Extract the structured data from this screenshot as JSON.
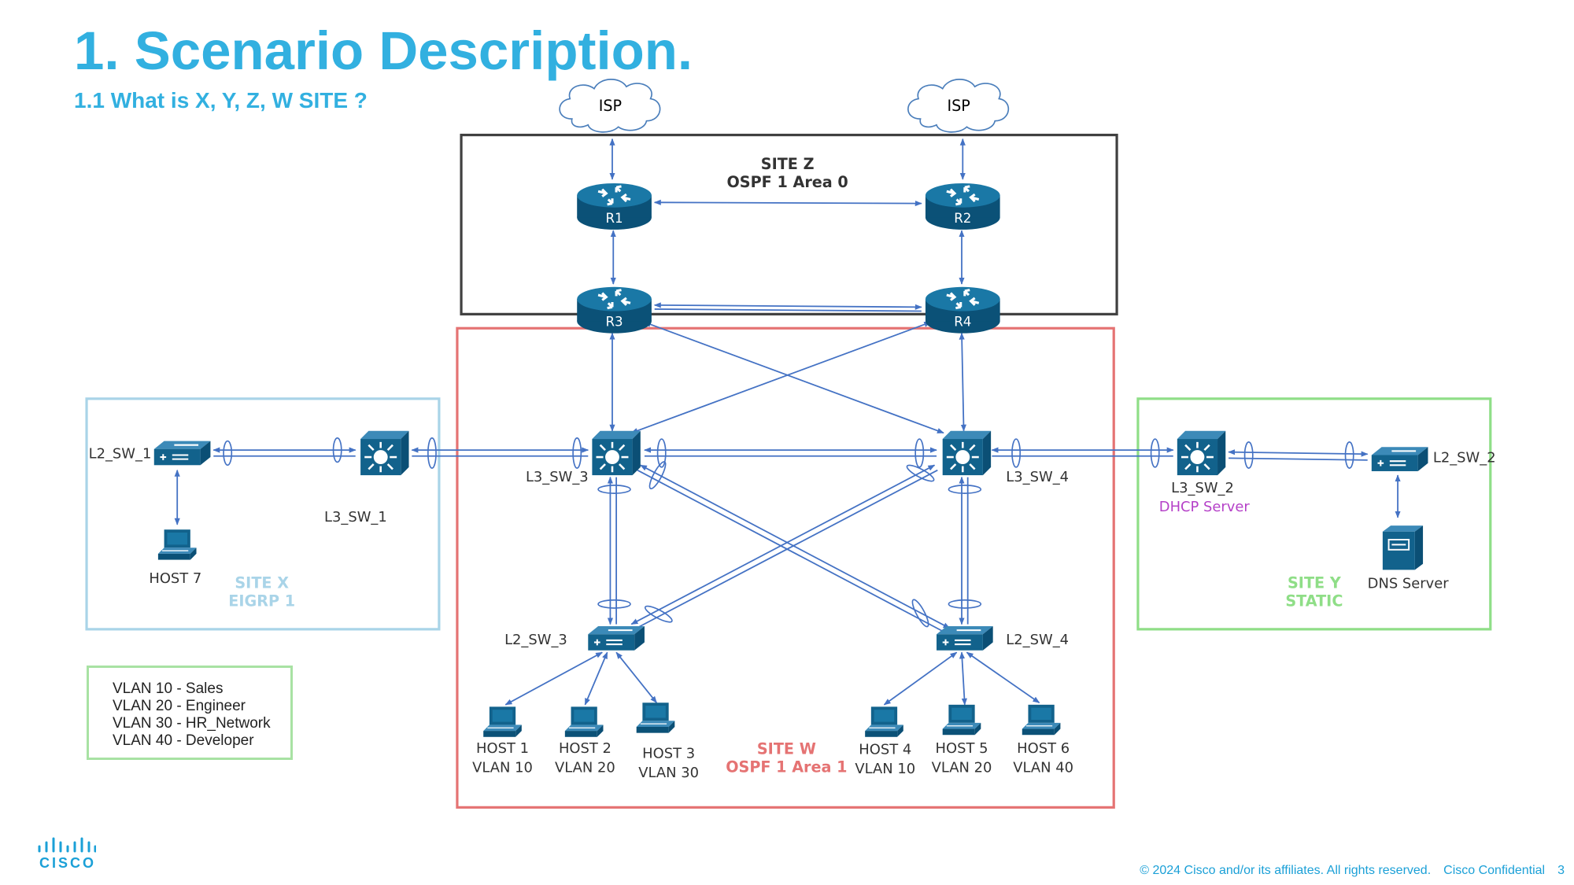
{
  "slide": {
    "title": "1. Scenario Description.",
    "subtitle": "1.1 What is X, Y, Z, W SITE ?",
    "page_number": "3",
    "copyright": "© 2024  Cisco and/or its affiliates. All rights reserved.",
    "confidential": "Cisco Confidential",
    "logo_text": "CISCO"
  },
  "sites": {
    "z": {
      "name": "SITE Z",
      "protocol": "OSPF 1 Area 0"
    },
    "w": {
      "name": "SITE W",
      "protocol": "OSPF 1 Area 1"
    },
    "x": {
      "name": "SITE X",
      "protocol": "EIGRP 1"
    },
    "y": {
      "name": "SITE Y",
      "protocol": "STATIC"
    }
  },
  "clouds": {
    "isp1": "ISP",
    "isp2": "ISP"
  },
  "routers": {
    "r1": "R1",
    "r2": "R2",
    "r3": "R3",
    "r4": "R4"
  },
  "switches": {
    "l3_sw_1": "L3_SW_1",
    "l3_sw_2": "L3_SW_2",
    "l3_sw_3": "L3_SW_3",
    "l3_sw_4": "L3_SW_4",
    "l2_sw_1": "L2_SW_1",
    "l2_sw_2": "L2_SW_2",
    "l2_sw_3": "L2_SW_3",
    "l2_sw_4": "L2_SW_4"
  },
  "dhcp_label": "DHCP Server",
  "dns_label": "DNS Server",
  "hosts": [
    {
      "name": "HOST 1",
      "vlan": "VLAN 10"
    },
    {
      "name": "HOST 2",
      "vlan": "VLAN 20"
    },
    {
      "name": "HOST 3",
      "vlan": "VLAN 30"
    },
    {
      "name": "HOST 4",
      "vlan": "VLAN 10"
    },
    {
      "name": "HOST 5",
      "vlan": "VLAN 20"
    },
    {
      "name": "HOST 6",
      "vlan": "VLAN 40"
    },
    {
      "name": "HOST 7",
      "vlan": ""
    }
  ],
  "vlan_legend": [
    "VLAN 10 - Sales",
    "VLAN 20 - Engineer",
    "VLAN 30 - HR_Network",
    "VLAN 40 - Developer"
  ],
  "colors": {
    "title": "#32b0e0",
    "device": "#12628c",
    "link": "#4472c4",
    "site_z": "#404040",
    "site_w": "#e57373",
    "site_x": "#a9d4e8",
    "site_y": "#8fde87",
    "dhcp": "#b541c8"
  }
}
